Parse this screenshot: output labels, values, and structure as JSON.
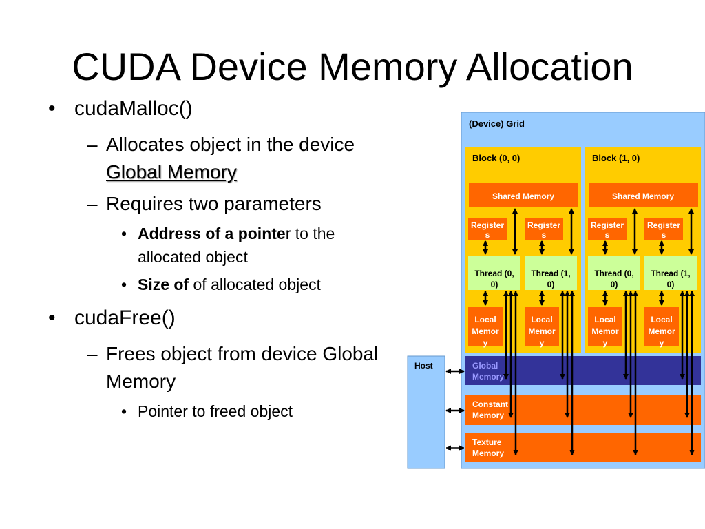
{
  "slide": {
    "title": "CUDA Device Memory Allocation",
    "bullets": [
      {
        "text": "cudaMalloc()",
        "sub": [
          {
            "text_before": "Allocates object in the device ",
            "link": "Global Memory",
            "sub": []
          },
          {
            "text": "Requires two parameters",
            "sub": [
              {
                "bold": "Address of a pointe",
                "rest": "r to the allocated object"
              },
              {
                "bold": "Size of",
                "rest": " of allocated object"
              }
            ]
          }
        ]
      },
      {
        "text": "cudaFree()",
        "sub": [
          {
            "text": "Frees object from device Global Memory",
            "sub": [
              {
                "text": "Pointer to freed object"
              }
            ]
          }
        ]
      }
    ]
  },
  "diagram": {
    "grid_label": "(Device) Grid",
    "host_label": "Host",
    "blocks": [
      {
        "label": "Block (0, 0)",
        "shared": "Shared Memory",
        "threads": [
          {
            "registers": [
              "Register",
              "s"
            ],
            "thread": [
              "Thread (0,",
              "0)"
            ],
            "local": [
              "Local",
              "Memor",
              "y"
            ]
          },
          {
            "registers": [
              "Register",
              "s"
            ],
            "thread": [
              "Thread (1,",
              "0)"
            ],
            "local": [
              "Local",
              "Memor",
              "y"
            ]
          }
        ]
      },
      {
        "label": "Block (1, 0)",
        "shared": "Shared Memory",
        "threads": [
          {
            "registers": [
              "Register",
              "s"
            ],
            "thread": [
              "Thread (0,",
              "0)"
            ],
            "local": [
              "Local",
              "Memor",
              "y"
            ]
          },
          {
            "registers": [
              "Register",
              "s"
            ],
            "thread": [
              "Thread (1,",
              "0)"
            ],
            "local": [
              "Local",
              "Memor",
              "y"
            ]
          }
        ]
      }
    ],
    "memories": [
      {
        "key": "global",
        "lines": [
          "Global",
          "Memory"
        ]
      },
      {
        "key": "constant",
        "lines": [
          "Constant",
          "Memory"
        ]
      },
      {
        "key": "texture",
        "lines": [
          "Texture",
          "Memory"
        ]
      }
    ],
    "colors": {
      "grid_bg": "#99ccff",
      "grid_border": "#6699cc",
      "host_bg": "#99ccff",
      "block_bg": "#ffcc00",
      "memory_orange": "#ff6600",
      "thread_green": "#ccff99",
      "global_blue": "#333399",
      "arrow": "#000000"
    }
  }
}
